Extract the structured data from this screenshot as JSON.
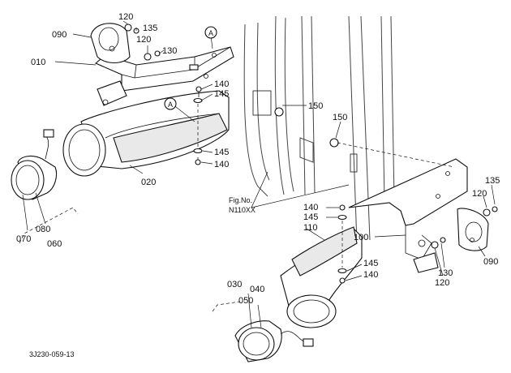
{
  "labels": {
    "l090a": "090",
    "l120a": "120",
    "l135a": "135",
    "l120b": "120",
    "l130a": "130",
    "l010": "010",
    "lA1": "A",
    "lA2": "A",
    "l140a": "140",
    "l145a": "145",
    "l150a": "150",
    "l150b": "150",
    "l145b": "145",
    "l140b": "140",
    "l020": "020",
    "l070": "070",
    "l080": "080",
    "l060": "060",
    "fig1": "Fig.No.",
    "fig2": "N110XX",
    "l140c": "140",
    "l145c": "145",
    "l110": "110",
    "l100": "100",
    "l135b": "135",
    "l120c": "120",
    "l090b": "090",
    "l130b": "130",
    "l120d": "120",
    "l145d": "145",
    "l140d": "140",
    "l030": "030",
    "l040": "040",
    "l050": "050",
    "code": "3J230-059-13"
  }
}
